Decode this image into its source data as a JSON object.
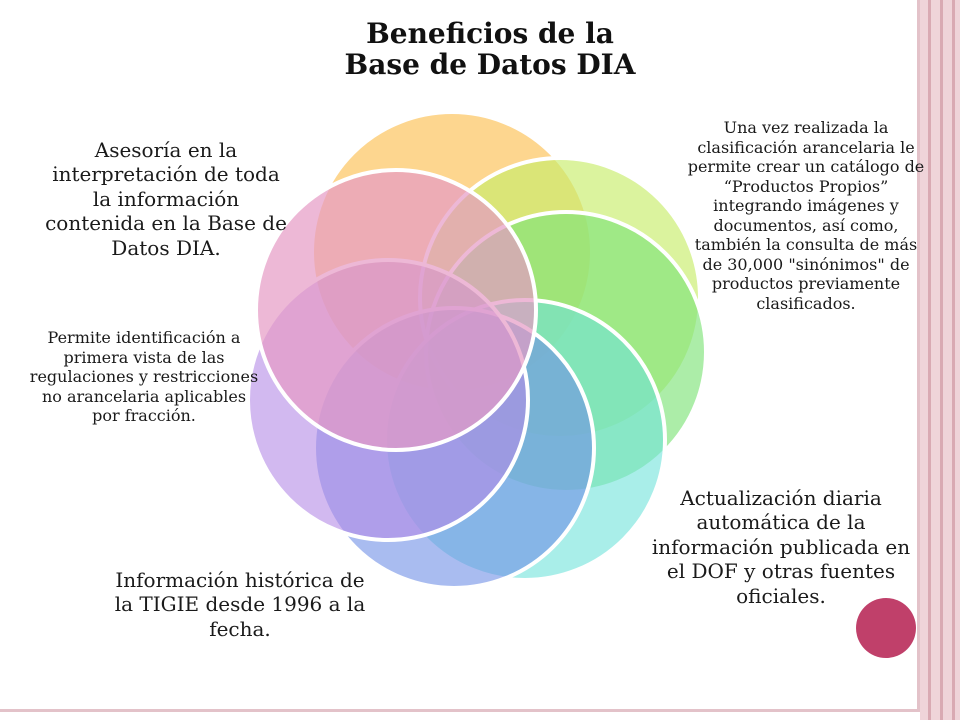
{
  "title": "Beneficios de la Base de Datos DIA",
  "benefits": {
    "catalogo": "Una vez realizada la clasificación arancelaria le permite crear un catálogo de “Productos Propios” integrando imágenes y documentos, así como, también la consulta de más de 30,000 \"sinónimos\" de productos previamente clasificados.",
    "actualizacion": "Actualización diaria automática de la información publicada en el DOF y otras fuentes oficiales.",
    "historica": "Información histórica de la TIGIE desde 1996 a la fecha.",
    "regulaciones": "Permite identificación a primera vista de las regulaciones y restricciones no arancelaria aplicables por fracción.",
    "asesoria": "Asesoría en la interpretación de toda la información contenida en la Base de Datos DIA."
  },
  "colors": {
    "circle_orange": "#fcc86a",
    "circle_lime": "#c8ec6a",
    "circle_green": "#7fe47a",
    "circle_teal": "#6fe3da",
    "circle_blue": "#6f8fe6",
    "circle_purple": "#b48ae6",
    "circle_pink": "#e69ac4",
    "accent": "#c0406a"
  }
}
